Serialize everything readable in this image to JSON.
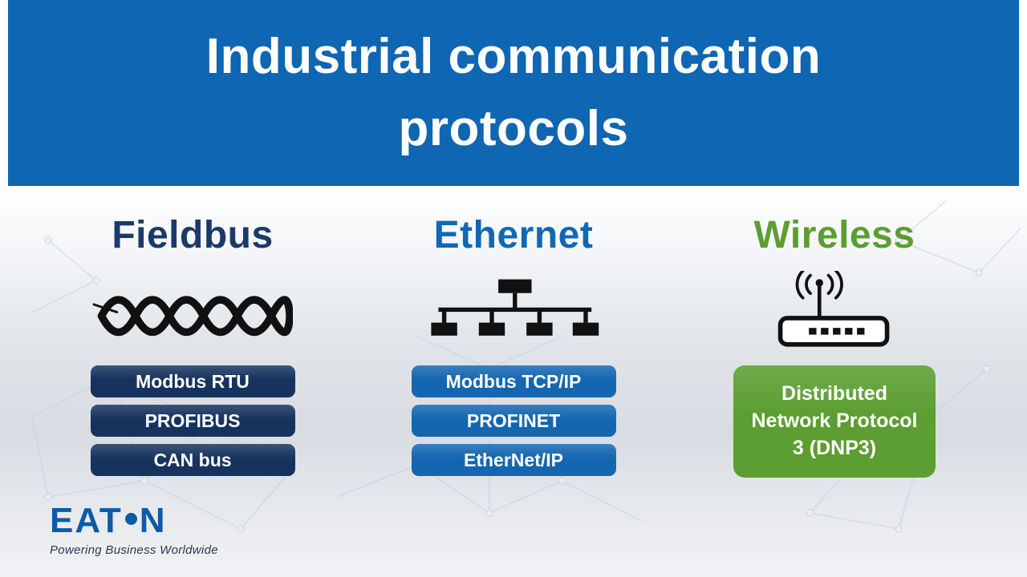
{
  "title": "Industrial communication protocols",
  "columns": [
    {
      "heading": "Fieldbus",
      "icon": "twisted-pair-cable-icon",
      "items": [
        "Modbus RTU",
        "PROFIBUS",
        "CAN bus"
      ]
    },
    {
      "heading": "Ethernet",
      "icon": "bus-topology-icon",
      "items": [
        "Modbus TCP/IP",
        "PROFINET",
        "EtherNet/IP"
      ]
    },
    {
      "heading": "Wireless",
      "icon": "wireless-router-icon",
      "items": [
        "Distributed Network Protocol 3 (DNP3)"
      ]
    }
  ],
  "logo": {
    "brand": "EATON",
    "brand_left": "EAT",
    "brand_right": "N",
    "tagline": "Powering Business Worldwide"
  },
  "colors": {
    "header-blue": "#0f66b2",
    "fieldbus-navy": "#1b3a69",
    "fieldbus-pill": "#16335e",
    "ethernet-blue": "#1068b4",
    "ethernet-pill": "#1566b0",
    "wireless-green": "#5c9e31",
    "eaton-blue": "#0d5ba7"
  }
}
